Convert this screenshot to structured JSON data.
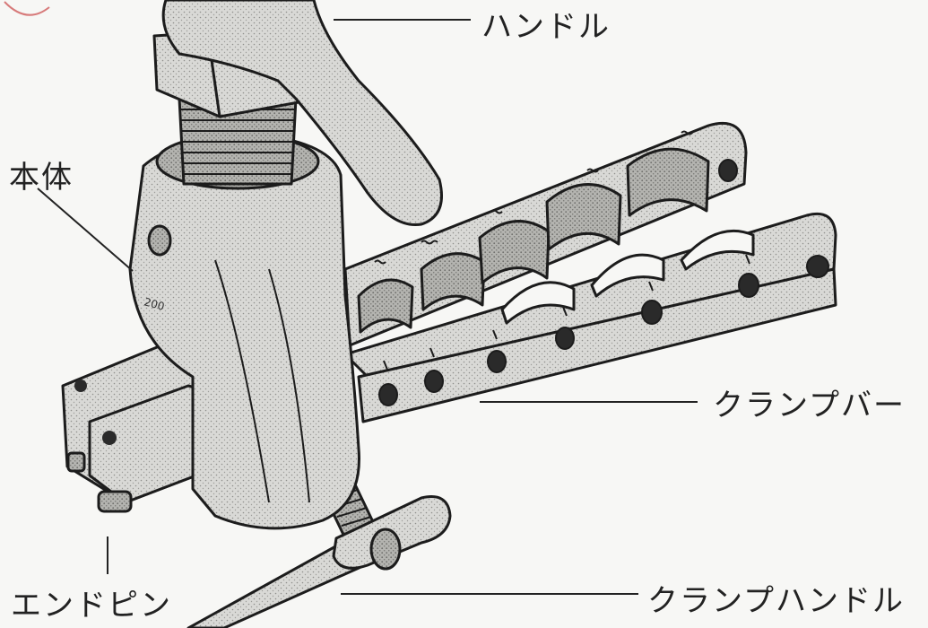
{
  "labels": {
    "handle": "ハンドル",
    "body": "本体",
    "clamp_bar": "クランプバー",
    "end_pin": "エンドピン",
    "clamp_handle": "クランプハンドル"
  },
  "colors": {
    "line": "#1c1c1c",
    "metal": "#d9d9d6",
    "metal_dark": "#a9a9a6",
    "hole": "#2a2a2a",
    "stamp": "#d77a7a"
  }
}
